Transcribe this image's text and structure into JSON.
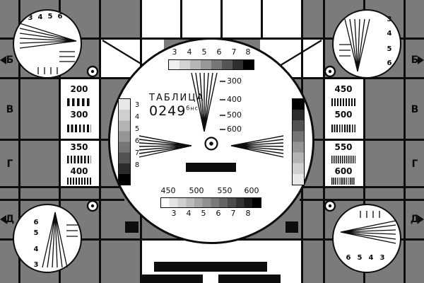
{
  "card": {
    "title": "ТАБЛИЦА",
    "code": "0249",
    "code_sup": "бнс"
  },
  "colors": {
    "background": "#7b7b7b",
    "ink": "#0d0d0d",
    "white": "#ffffff"
  },
  "edge_markers": {
    "left": [
      "Б",
      "В",
      "Г",
      "Д"
    ],
    "right": [
      "Б",
      "В",
      "Г",
      "Д"
    ]
  },
  "left_panel": {
    "values": [
      "200",
      "300",
      "350",
      "400"
    ]
  },
  "right_panel": {
    "values": [
      "450",
      "500",
      "550",
      "600"
    ]
  },
  "circle": {
    "top_scale": [
      "3",
      "4",
      "5",
      "6",
      "7",
      "8"
    ],
    "bottom_scale": [
      "3",
      "4",
      "5",
      "6",
      "7",
      "8"
    ],
    "gray_strip_scale": [
      "3",
      "4",
      "5",
      "6",
      "7",
      "8"
    ],
    "wedge_labels": [
      "300",
      "400",
      "500",
      "600"
    ],
    "burst_labels": [
      "450",
      "500",
      "550",
      "600"
    ]
  },
  "corner_circles": {
    "top_left": [
      "3",
      "4",
      "5",
      "6"
    ],
    "top_right": [
      "3",
      "4",
      "5",
      "6"
    ],
    "bottom_left": [
      "6",
      "5",
      "4",
      "3"
    ],
    "bottom_right": [
      "6",
      "5",
      "4",
      "3"
    ]
  }
}
